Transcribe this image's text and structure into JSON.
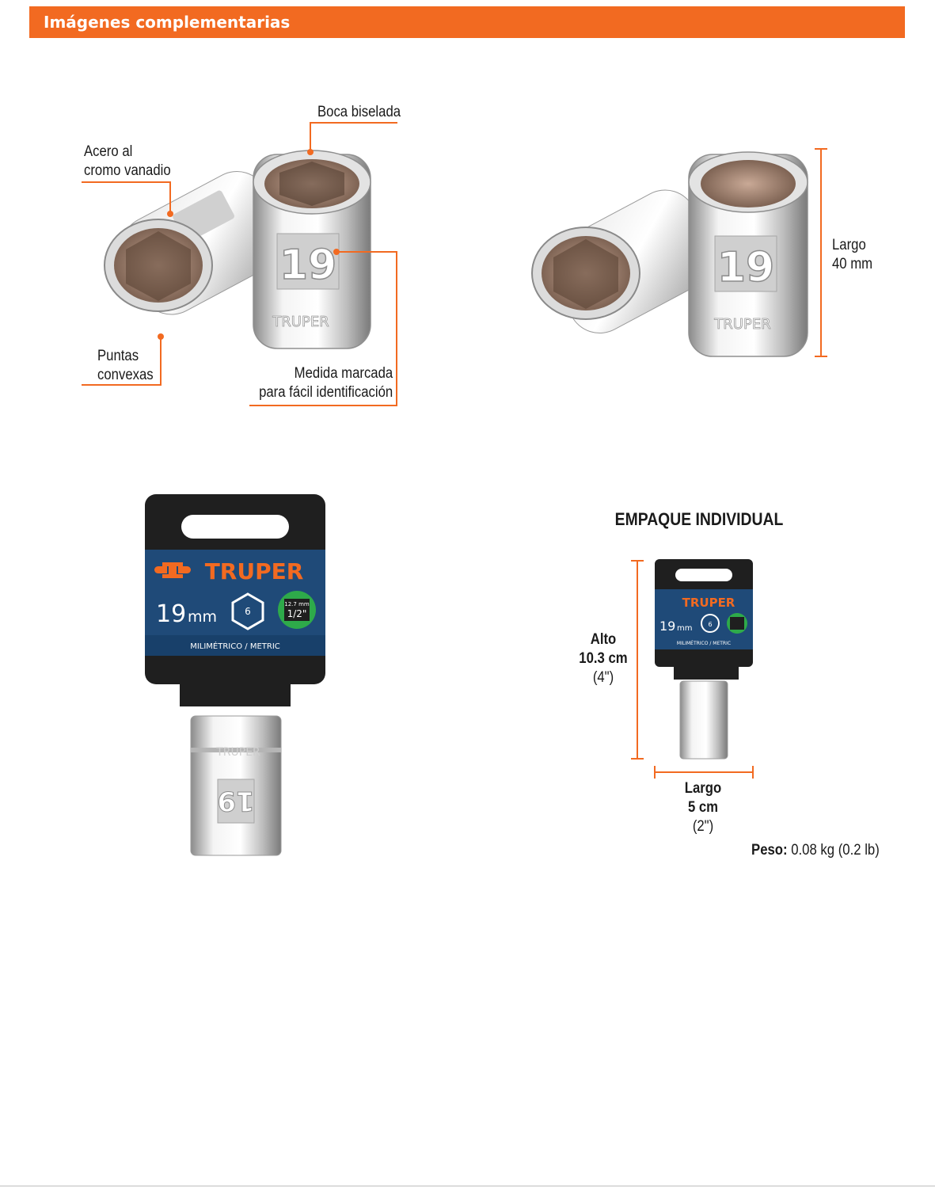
{
  "header": {
    "title": "Imágenes complementarias"
  },
  "features": {
    "steel": [
      "Acero al",
      "cromo vanadio"
    ],
    "bevel": "Boca biselada",
    "tips": [
      "Puntas",
      "convexas"
    ],
    "marked": [
      "Medida marcada",
      "para fácil identificación"
    ],
    "socket_number": "19",
    "socket_brand_engrave": "TRUPER"
  },
  "length": {
    "label": "Largo",
    "value": "40 mm"
  },
  "card": {
    "brand": "TRUPER",
    "size_value": "19",
    "size_unit": "mm",
    "points": "6",
    "drive_mm": "12.7 mm",
    "drive_in": "1/2\"",
    "system": "MILIMÉTRICO / METRIC"
  },
  "package": {
    "title": "EMPAQUE INDIVIDUAL",
    "height_label": "Alto",
    "height_value": "10.3 cm",
    "height_in": "(4\")",
    "width_label": "Largo",
    "width_value": "5 cm",
    "width_in": "(2\")",
    "weight_label": "Peso:",
    "weight_value": "0.08 kg (0.2 lb)"
  },
  "colors": {
    "accent": "#f26a21",
    "card_dark": "#1f1f1f",
    "card_blue": "#1f4a78",
    "drive_green": "#2eaa4a"
  }
}
